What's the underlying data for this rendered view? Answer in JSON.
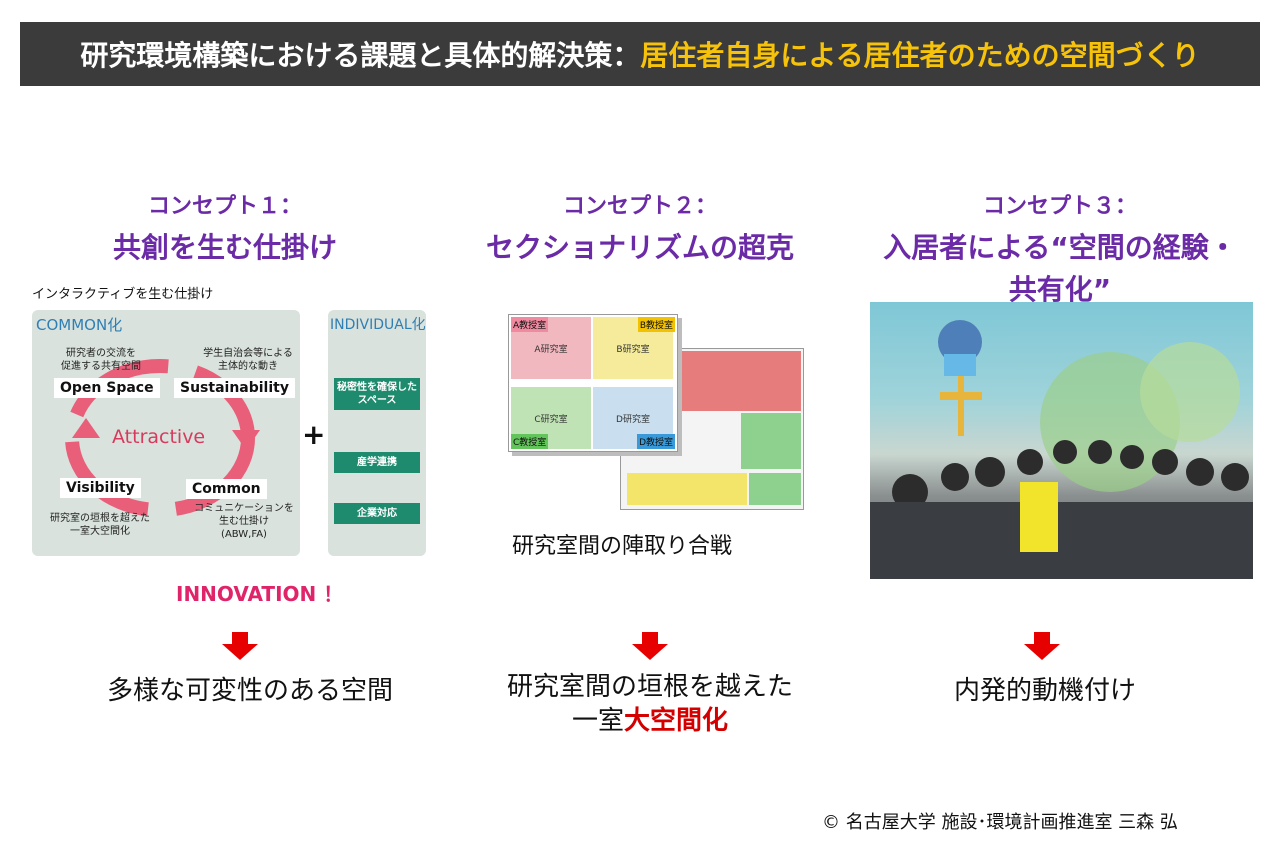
{
  "header": {
    "title_main": "研究環境構築における課題と具体的解決策：",
    "title_accent": "居住者自身による居住者のための空間づくり"
  },
  "concepts": [
    {
      "label": "コンセプト１：",
      "title": "共創を生む仕掛け"
    },
    {
      "label": "コンセプト２：",
      "title": "セクショナリズムの超克"
    },
    {
      "label": "コンセプト３：",
      "title_line1": "入居者による“空間の経験・",
      "title_line2": "共有化”"
    }
  ],
  "diagram1": {
    "caption": "インタラクティブを生む仕掛け",
    "common_title": "COMMON化",
    "individual_title": "INDIVIDUAL化",
    "center": "Attractive",
    "nodes": {
      "open_space": "Open Space",
      "sustainability": "Sustainability",
      "visibility": "Visibility",
      "common": "Common"
    },
    "notes": {
      "open_space_1": "研究者の交流を",
      "open_space_2": "促進する共有空間",
      "sustain_1": "学生自治会等による",
      "sustain_2": "主体的な動き",
      "visibility_1": "研究室の垣根を超えた",
      "visibility_2": "一室大空間化",
      "common_1": "コミュニケーションを",
      "common_2": "生む仕掛け",
      "common_3": "(ABW,FA)"
    },
    "plus": "+",
    "individual_items": {
      "item1_line1": "秘密性を確保した",
      "item1_line2": "スペース",
      "item2": "産学連携",
      "item3": "企業対応"
    },
    "innovation": "INNOVATION ！"
  },
  "diagram2": {
    "caption": "研究室間の陣取り合戦",
    "rooms": {
      "a_prof": "A教授室",
      "b_prof": "B教授室",
      "a_lab": "A研究室",
      "b_lab": "B研究室",
      "c_lab": "C研究室",
      "d_lab": "D研究室",
      "c_prof": "C教授室",
      "d_prof": "D教授室"
    }
  },
  "results": {
    "r1": "多様な可変性のある空間",
    "r2_line1": "研究室間の垣根を越えた",
    "r2_line2_plain": "一室",
    "r2_line2_red": "大空間化",
    "r3": "内発的動機付け"
  },
  "footer": "© 名古屋大学 施設･環境計画推進室 三森 弘",
  "colors": {
    "header_bg": "#3b3b3b",
    "header_accent": "#f7c30a",
    "concept_purple": "#6b2aa6",
    "arrow_red": "#e60000",
    "innovation_pink": "#e0246a"
  }
}
